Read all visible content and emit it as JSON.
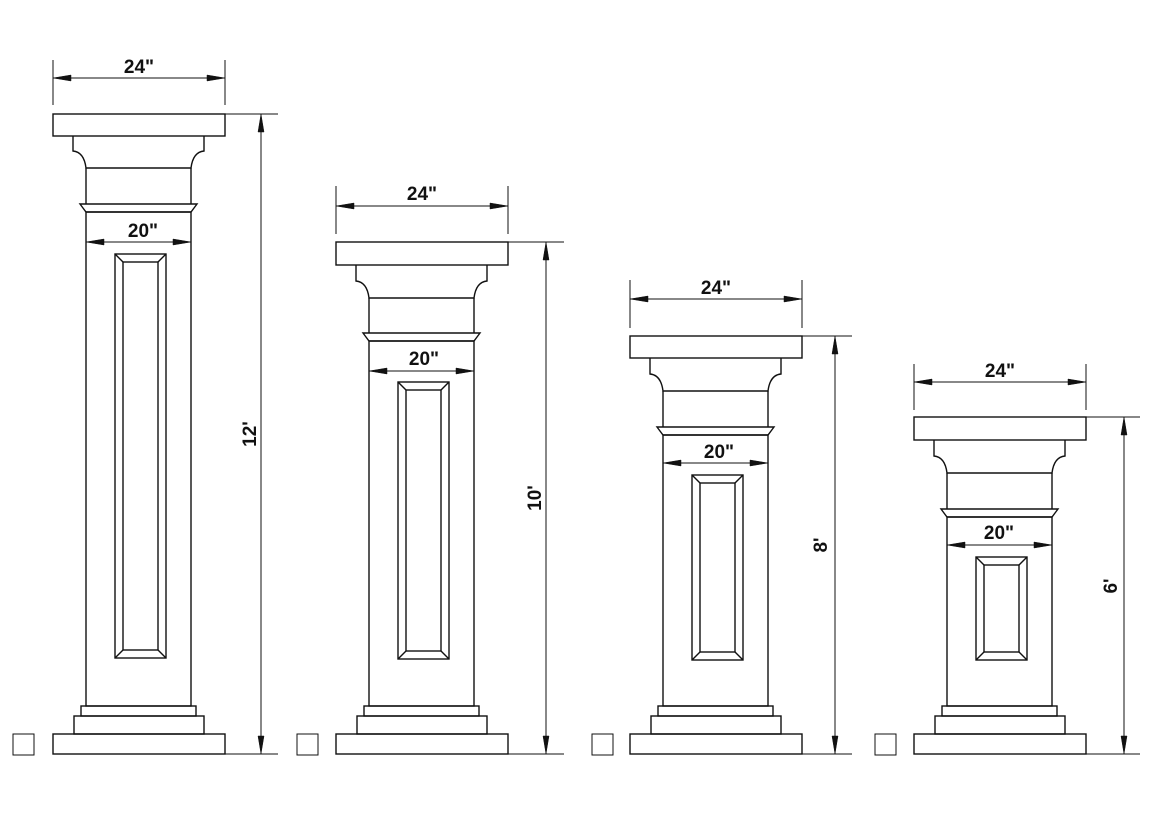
{
  "columns": [
    {
      "id": "col-12ft",
      "top_width_label": "24\"",
      "shaft_width_label": "20\"",
      "height_label": "12'"
    },
    {
      "id": "col-10ft",
      "top_width_label": "24\"",
      "shaft_width_label": "20\"",
      "height_label": "10'"
    },
    {
      "id": "col-8ft",
      "top_width_label": "24\"",
      "shaft_width_label": "20\"",
      "height_label": "8'"
    },
    {
      "id": "col-6ft",
      "top_width_label": "24\"",
      "shaft_width_label": "20\"",
      "height_label": "6'"
    }
  ]
}
